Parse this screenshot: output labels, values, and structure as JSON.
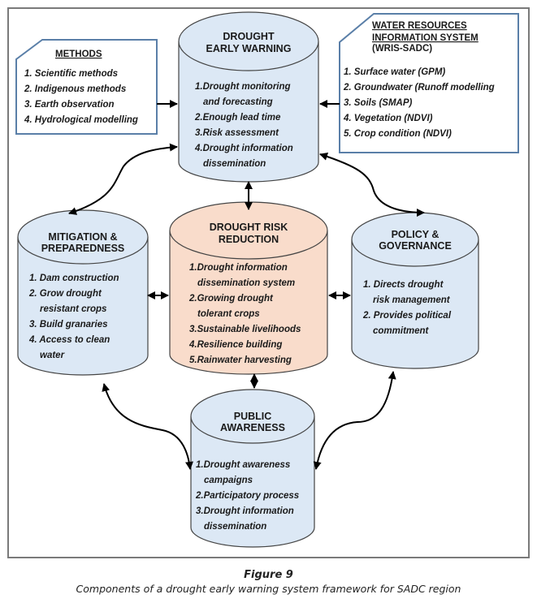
{
  "colors": {
    "blue_fill": "#dce8f5",
    "peach_fill": "#f9dccb",
    "box_border": "#5a7fa8",
    "frame_border": "#7a7a7a",
    "arrow": "#000000"
  },
  "methods": {
    "title": "METHODS",
    "items": [
      "1. Scientific methods",
      "2. Indigenous methods",
      "3. Earth observation",
      "4. Hydrological modelling"
    ]
  },
  "wris": {
    "title_line1": "WATER RESOURCES",
    "title_line2": "INFORMATION SYSTEM",
    "subtitle": "(WRIS-SADC)",
    "items": [
      "1. Surface water (GPM)",
      "2. Groundwater (Runoff modelling",
      "3. Soils (SMAP)",
      "4. Vegetation (NDVI)",
      "5. Crop condition (NDVI)"
    ]
  },
  "early_warning": {
    "title_line1": "DROUGHT",
    "title_line2": "EARLY WARNING",
    "items": [
      "1.Drought monitoring",
      "and forecasting",
      "2.Enough lead time",
      "3.Risk assessment",
      "4.Drought information",
      "dissemination"
    ]
  },
  "mitigation": {
    "title_line1": "MITIGATION &",
    "title_line2": "PREPAREDNESS",
    "items": [
      "1. Dam construction",
      "2. Grow drought",
      "resistant crops",
      "3. Build granaries",
      "4. Access to clean",
      "water"
    ]
  },
  "risk_reduction": {
    "title_line1": "DROUGHT RISK",
    "title_line2": "REDUCTION",
    "items": [
      "1.Drought information",
      "dissemination system",
      "2.Growing drought",
      "tolerant crops",
      "3.Sustainable livelihoods",
      "4.Resilience building",
      "5.Rainwater harvesting"
    ]
  },
  "policy": {
    "title_line1": "POLICY &",
    "title_line2": "GOVERNANCE",
    "items": [
      "1. Directs drought",
      "risk management",
      "2. Provides political",
      "commitment"
    ]
  },
  "public_awareness": {
    "title_line1": "PUBLIC",
    "title_line2": "AWARENESS",
    "items": [
      "1.Drought awareness",
      "campaigns",
      "2.Participatory process",
      "3.Drought information",
      "dissemination"
    ]
  },
  "caption": {
    "figure": "Figure 9",
    "description": "Components of a drought early warning system framework for SADC region"
  }
}
